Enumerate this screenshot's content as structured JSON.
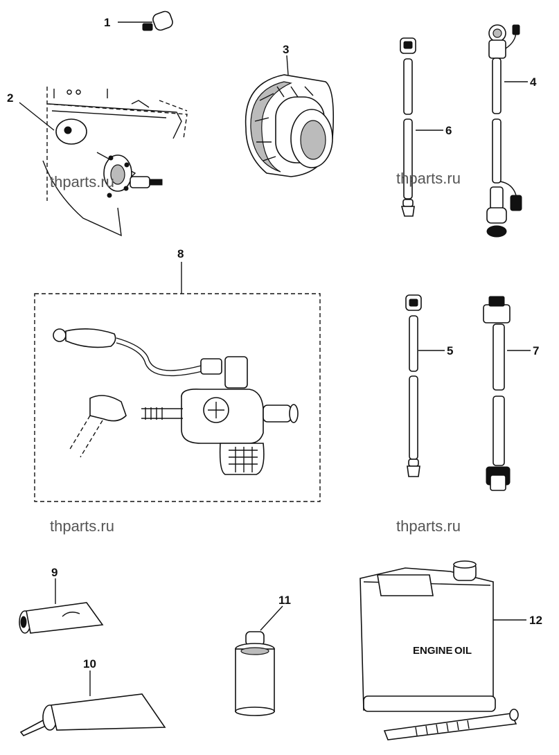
{
  "callouts": [
    {
      "label": "1"
    },
    {
      "label": "2"
    },
    {
      "label": "3"
    },
    {
      "label": "4"
    },
    {
      "label": "5"
    },
    {
      "label": "6"
    },
    {
      "label": "7"
    },
    {
      "label": "8"
    },
    {
      "label": "9"
    },
    {
      "label": "10"
    },
    {
      "label": "11"
    },
    {
      "label": "12"
    }
  ],
  "watermarks": [
    "thparts.ru",
    "thparts.ru",
    "thparts.ru",
    "thparts.ru"
  ],
  "jug_label": {
    "engine": "ENGINE",
    "oil": "OIL"
  },
  "colors": {
    "ink": "#111111",
    "watermark": "#555555",
    "background": "#ffffff"
  }
}
